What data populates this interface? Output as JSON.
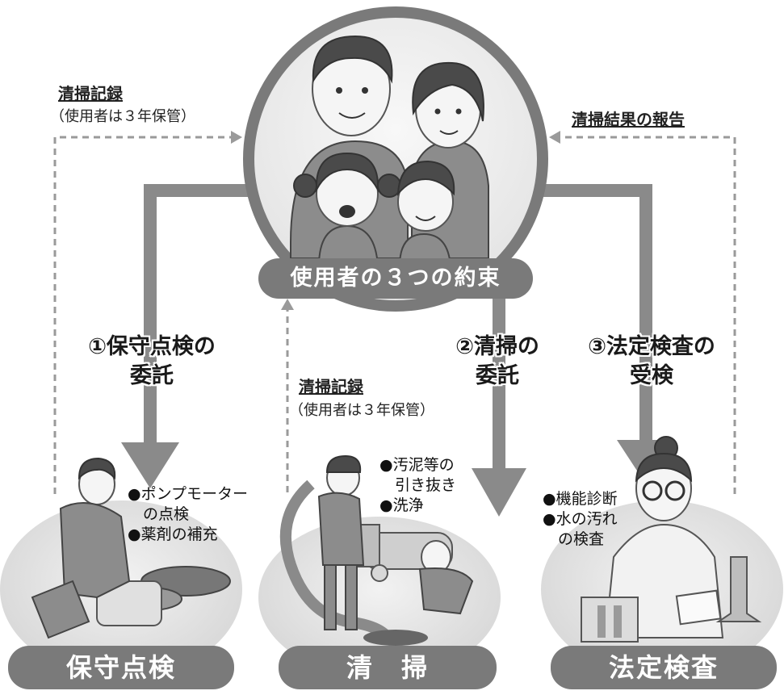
{
  "family_caption": "使用者の３つの約束",
  "record_label_top": "清掃記録",
  "record_note_top": "（使用者は３年保管）",
  "report_label": "清掃結果の報告",
  "record_label_mid": "清掃記録",
  "record_note_mid": "（使用者は３年保管）",
  "steps": [
    {
      "line1": "①保守点検の",
      "line2": "委託"
    },
    {
      "line1": "②清掃の",
      "line2": "委託"
    },
    {
      "line1": "③法定検査の",
      "line2": "受検"
    }
  ],
  "tasks": {
    "maintenance": [
      "●ポンプモーター",
      "　の点検",
      "●薬剤の補充"
    ],
    "cleaning": [
      "●汚泥等の",
      "　引き抜き",
      "●洗浄"
    ],
    "inspection": [
      "●機能診断",
      "●水の汚れ",
      "　の検査"
    ]
  },
  "bottom_labels": {
    "maintenance": "保守点検",
    "cleaning": "清　掃",
    "inspection": "法定検査"
  }
}
